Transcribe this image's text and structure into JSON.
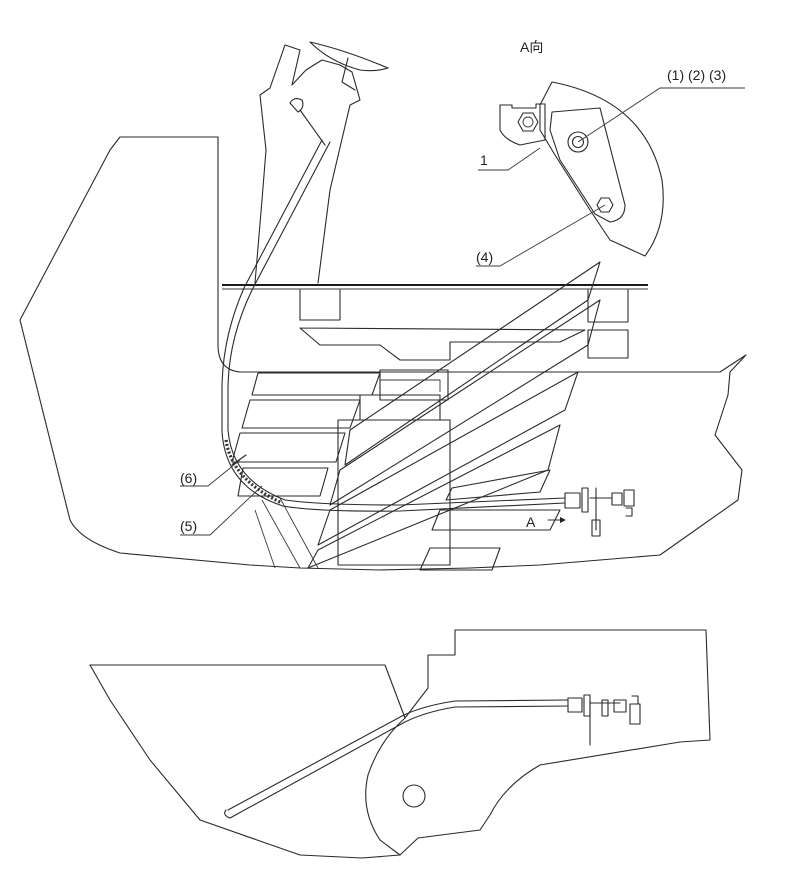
{
  "view_label": "A向",
  "callouts": {
    "c123": "(1) (2) (3)",
    "c1": "1",
    "c4": "(4)",
    "c6": "(6)",
    "c5": "(5)"
  },
  "direction_arrow_label": "A"
}
